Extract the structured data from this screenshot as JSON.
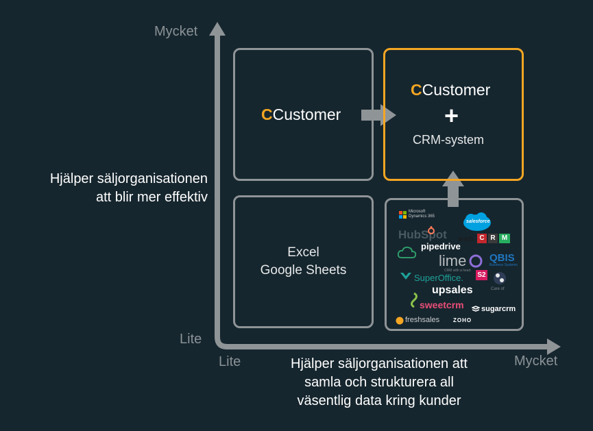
{
  "axes": {
    "y_high": "Mycket",
    "y_low": "Lite",
    "x_low": "Lite",
    "x_high": "Mycket",
    "y_title_lines": [
      "Hjälper säljorganisationen",
      "att blir mer effektiv"
    ],
    "x_title_lines": [
      "Hjälper säljorganisationen att",
      "samla och strukturera all",
      "väsentlig data kring kunder"
    ]
  },
  "quadrants": {
    "top_left": {
      "brand_c": "C",
      "brand_rest": "Customer"
    },
    "top_right": {
      "brand_c": "C",
      "brand_rest": "Customer",
      "plus": "+",
      "sub": "CRM-system"
    },
    "bottom_left": {
      "lines": [
        "Excel",
        "Google Sheets"
      ]
    },
    "bottom_right": {
      "logos": {
        "ms": "Microsoft Dynamics 365",
        "salesforce": "salesforce",
        "hubspot": "HubSpot",
        "webcrm_prefix": "web",
        "webcrm_letters": [
          "C",
          "R",
          "M"
        ],
        "pipedrive": "pipedrive",
        "lime": "lime",
        "lime_sub": "CRM with a heart",
        "qbis": "QBIS",
        "qbis_sub": "Business Systems",
        "superoffice": "SuperOffice.",
        "s2": "S2",
        "careof": "Care of",
        "upsales": "upsales",
        "sweetcrm": "sweetcrm",
        "sugarcrm": "sugarcrm",
        "freshsales": "freshsales",
        "zoho": "ZOHO"
      }
    }
  },
  "colors": {
    "background": "#16262e",
    "accent": "#f5a623",
    "axis": "#8f9497"
  }
}
